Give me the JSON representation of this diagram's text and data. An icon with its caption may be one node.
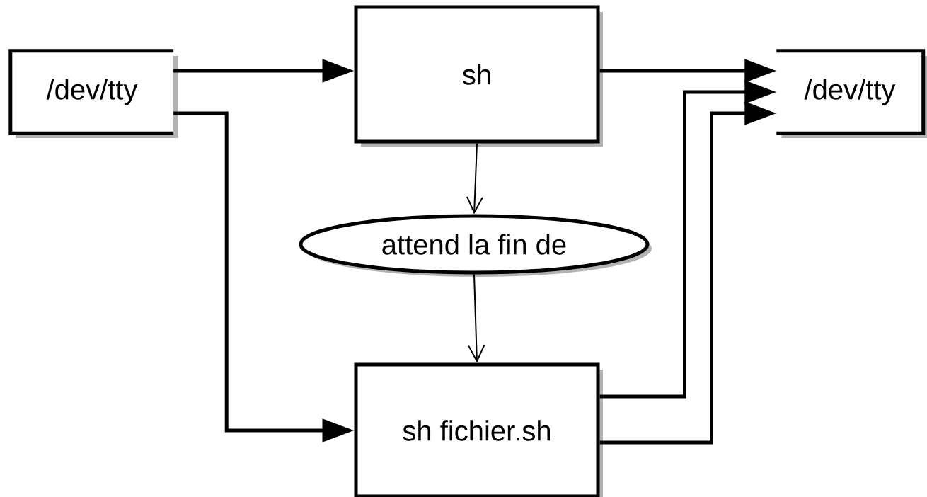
{
  "diagram": {
    "nodes": [
      {
        "text": [
          "/dev/tty"
        ]
      },
      {
        "text": [
          "sh"
        ]
      },
      {
        "text": [
          "/dev/tty"
        ]
      },
      {
        "text": [
          "attend la fin de"
        ]
      },
      {
        "text": [
          "sh fichier.sh"
        ]
      }
    ],
    "edges": [
      {
        "from": 0,
        "to": 1,
        "arrow": "to"
      },
      {
        "from": 0,
        "to": 4,
        "arrow": "to"
      },
      {
        "from": 1,
        "to": 2,
        "arrow": "to"
      },
      {
        "from": 1,
        "to": 3,
        "arrow": "to"
      },
      {
        "from": 3,
        "to": 4,
        "arrow": "to"
      },
      {
        "from": 4,
        "to": 2,
        "arrow": "to"
      },
      {
        "from": 4,
        "to": 2,
        "arrow": "to"
      }
    ]
  }
}
